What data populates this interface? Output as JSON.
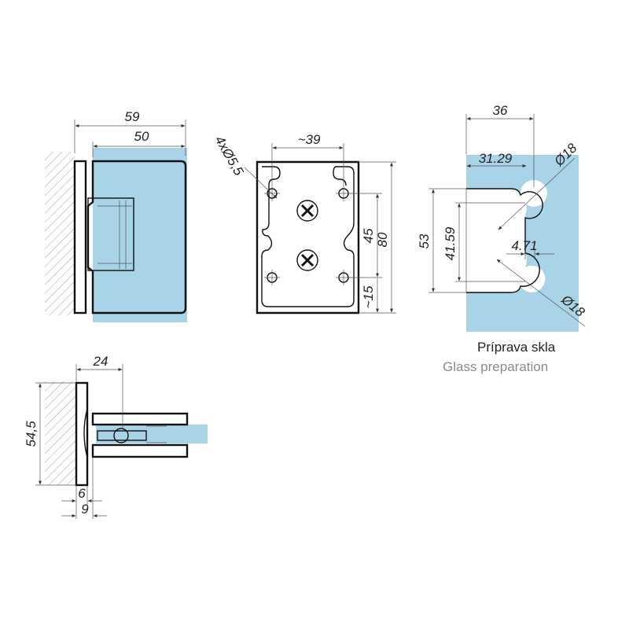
{
  "colors": {
    "glass": "#a9d3e6",
    "line": "#111111",
    "dimension": "#555555",
    "wall_hatch": "#777777",
    "caption_secondary": "#8a8a8a"
  },
  "front_view": {
    "overall_width": "59",
    "body_width": "50"
  },
  "plate_view": {
    "hole_spacing": "~39",
    "holes": "4xØ5,5",
    "hole_vertical_spacing": "45",
    "plate_height": "80",
    "hole_edge_offset": "~15"
  },
  "glass_prep": {
    "cut_width": "36",
    "cut_offset": "31.29",
    "radius_top": "Ø18",
    "radius_bottom": "Ø18",
    "overall_height": "53",
    "cut_height": "41.59",
    "notch_depth": "4.71"
  },
  "side_view": {
    "offset": "24",
    "height": "54,5",
    "plate_thickness": "6",
    "total_thickness": "9"
  },
  "caption": {
    "title": "Príprava skla",
    "subtitle": "Glass preparation"
  }
}
